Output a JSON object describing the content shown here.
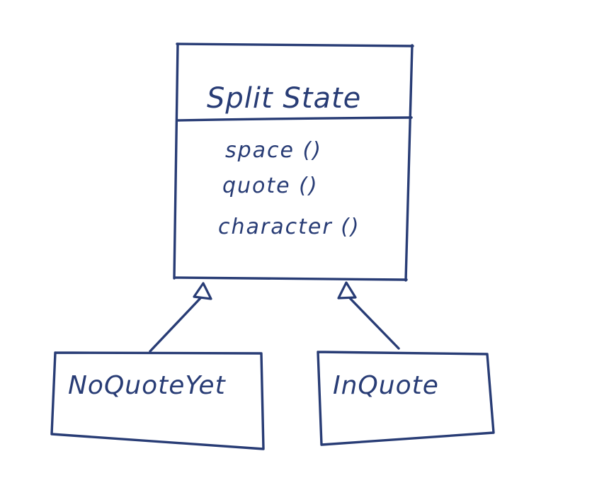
{
  "diagram": {
    "parent_class": {
      "name": "Split State",
      "operations": [
        "space ()",
        "quote ()",
        "character ()"
      ]
    },
    "subclasses": [
      {
        "name": "NoQuoteYet"
      },
      {
        "name": "InQuote"
      }
    ],
    "relationship": "generalization",
    "ink_color": "#283c75"
  }
}
